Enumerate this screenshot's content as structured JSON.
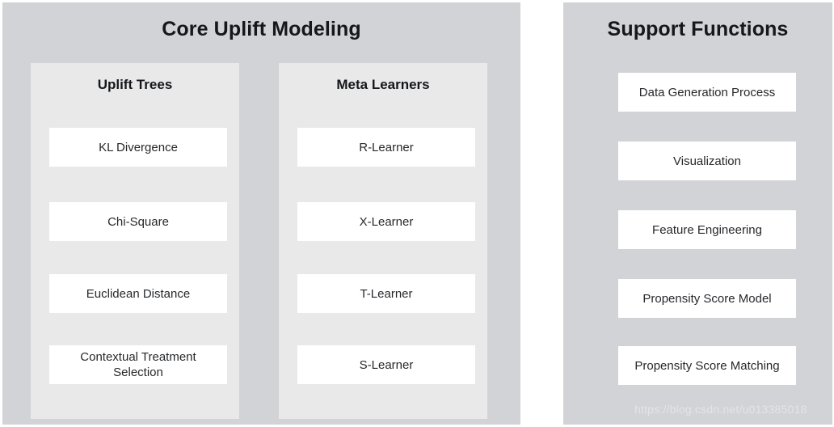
{
  "diagram": {
    "title_core": "Core Uplift Modeling",
    "title_support": "Support Functions",
    "colors": {
      "panel_background": "#d1d3d6",
      "column_background": "#e9e9e9",
      "box_background": "#ffffff",
      "title_text": "#15171a",
      "box_text": "#26282b",
      "watermark_text": "#e2e4e6",
      "page_background": "#ffffff"
    },
    "panels": [
      {
        "name": "core-uplift-modeling",
        "title": "Core Uplift Modeling",
        "columns": [
          {
            "name": "uplift-trees",
            "title": "Uplift Trees",
            "items": [
              "KL Divergence",
              "Chi-Square",
              "Euclidean Distance",
              "Contextual Treatment Selection"
            ]
          },
          {
            "name": "meta-learners",
            "title": "Meta Learners",
            "items": [
              "R-Learner",
              "X-Learner",
              "T-Learner",
              "S-Learner"
            ]
          }
        ]
      },
      {
        "name": "support-functions",
        "title": "Support Functions",
        "columns": [
          {
            "name": "support-functions-list",
            "title": "",
            "items": [
              "Data Generation Process",
              "Visualization",
              "Feature Engineering",
              "Propensity Score Model",
              "Propensity Score Matching"
            ]
          }
        ]
      }
    ]
  },
  "watermark": {
    "text": "https://blog.csdn.net/u013385018"
  }
}
